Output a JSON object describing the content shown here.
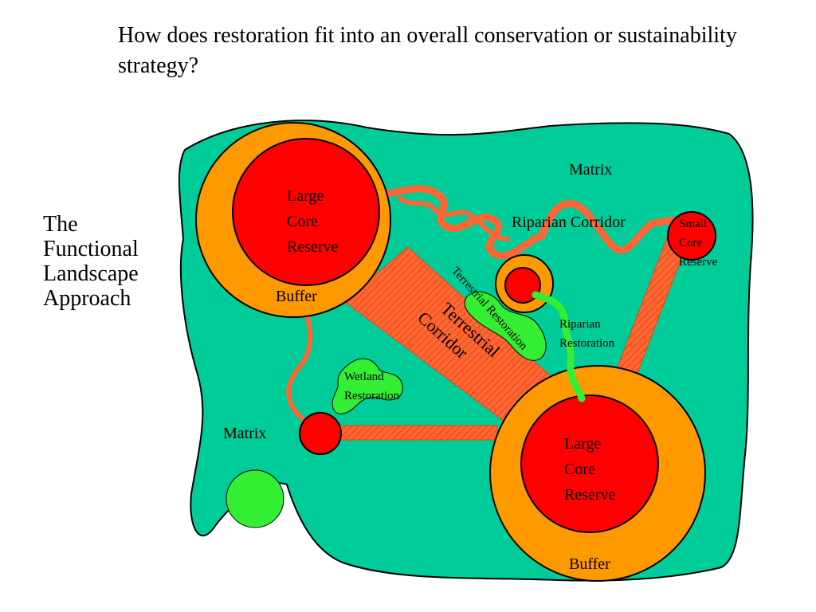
{
  "slide": {
    "title": "How does restoration fit into an overall conservation or sustainability strategy?",
    "side_label": [
      "The",
      "Functional",
      "Landscape",
      "Approach"
    ]
  },
  "diagram": {
    "colors": {
      "matrix": "#00cc99",
      "buffer": "#ff9900",
      "core": "#ff0000",
      "corridor": "#ff6633",
      "restoration": "#33ee33",
      "outline": "#000000"
    },
    "labels": {
      "matrix_top": "Matrix",
      "matrix_left": "Matrix",
      "large_core_top": [
        "Large",
        "Core",
        "Reserve"
      ],
      "buffer_top": "Buffer",
      "large_core_bottom": [
        "Large",
        "Core",
        "Reserve"
      ],
      "buffer_bottom": "Buffer",
      "small_core": [
        "Small",
        "Core",
        "Reserve"
      ],
      "riparian_corridor": "Riparian Corridor",
      "terrestrial_corridor": [
        "Terrestrial",
        "Corridor"
      ],
      "terrestrial_restoration": "Terrestrial Restoration",
      "riparian_restoration": [
        "Riparian",
        "Restoration"
      ],
      "wetland_restoration": [
        "Wetland",
        "Restoration"
      ]
    }
  }
}
